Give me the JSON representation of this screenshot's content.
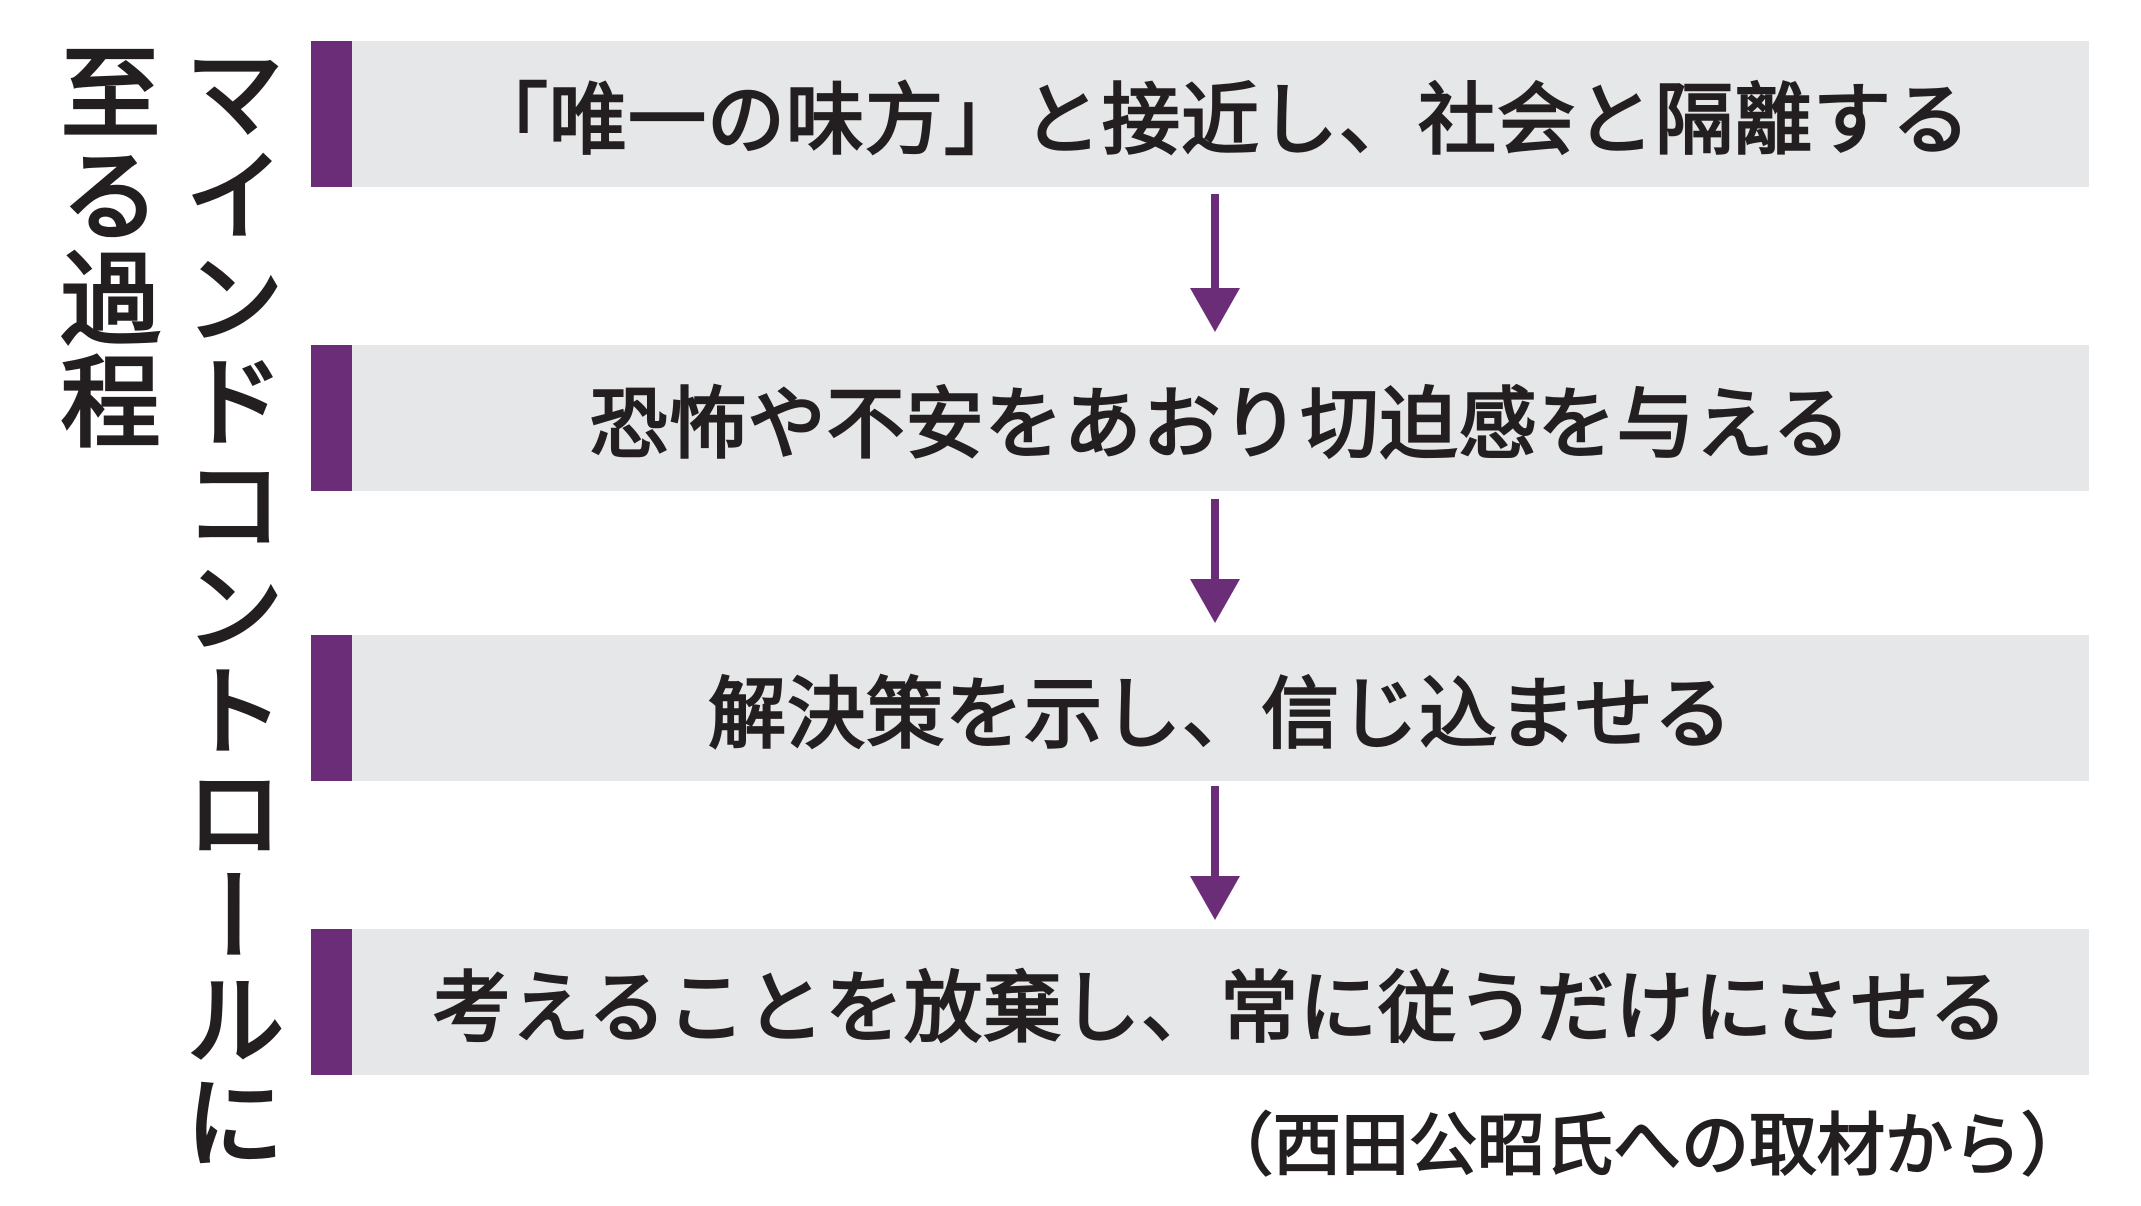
{
  "title": {
    "line1": "マインドコントロールに",
    "line2": "至る過程"
  },
  "steps": [
    {
      "label": "「唯一の味方」と接近し、社会と隔離する"
    },
    {
      "label": "恐怖や不安をあおり切迫感を与える"
    },
    {
      "label": "解決策を示し、信じ込ませる"
    },
    {
      "label": "考えることを放棄し、常に従うだけにさせる"
    }
  ],
  "source": "（西田公昭氏への取材から）",
  "colors": {
    "accent": "#6b2d78",
    "box": "#e6e7e8",
    "text": "#231f20"
  }
}
